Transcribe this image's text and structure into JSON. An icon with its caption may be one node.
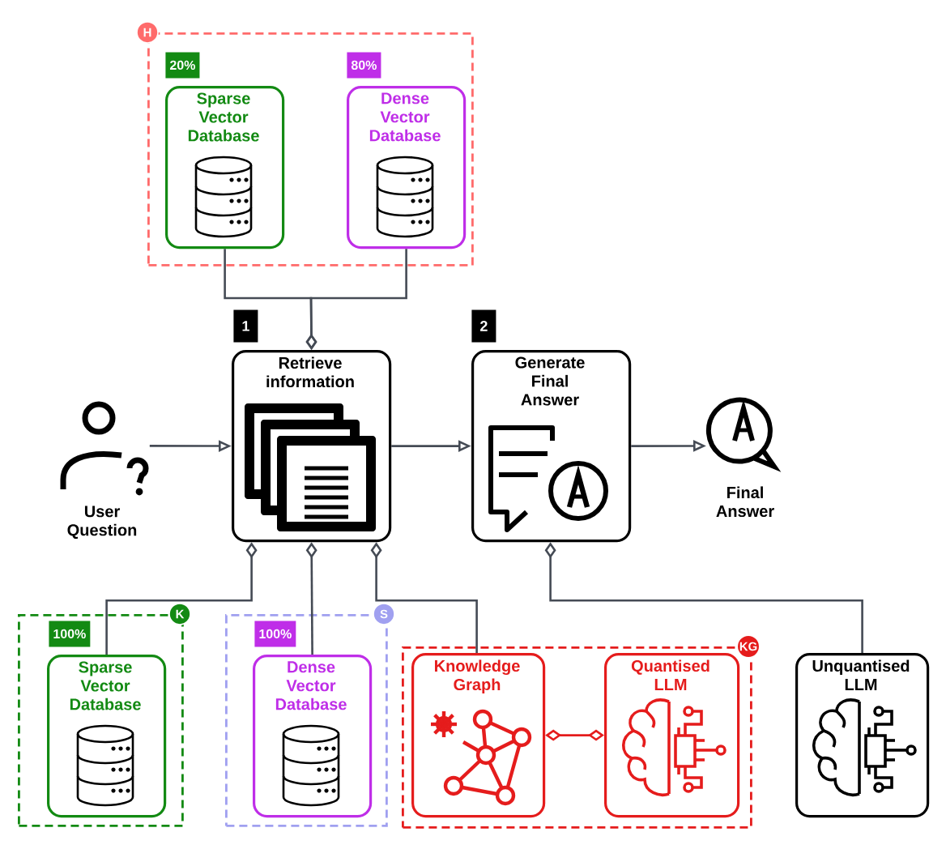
{
  "diagram": {
    "nodes": [
      {
        "text": [
          "H"
        ]
      },
      {
        "text": [
          "Sparse Vector Database"
        ],
        "in": 0,
        "beside": [
          "20%"
        ]
      },
      {
        "text": [
          "Dense Vector Database"
        ],
        "in": 0,
        "beside": [
          "80%"
        ]
      },
      {
        "text": [
          "User Question"
        ]
      },
      {
        "text": [
          "Retrieve information"
        ],
        "beside": [
          "1"
        ]
      },
      {
        "text": [
          "Generate Final Answer"
        ],
        "beside": [
          "2"
        ]
      },
      {
        "text": [
          "Final Answer"
        ]
      },
      {
        "text": [
          "K"
        ]
      },
      {
        "text": [
          "Sparse Vector Database"
        ],
        "in": 7,
        "beside": [
          "100%"
        ]
      },
      {
        "text": [
          "S"
        ]
      },
      {
        "text": [
          "Dense Vector Database"
        ],
        "in": 9,
        "beside": [
          "100%"
        ]
      },
      {
        "text": [
          "KG"
        ]
      },
      {
        "text": [
          "Knowledge Graph"
        ],
        "in": 11
      },
      {
        "text": [
          "Quantised LLM"
        ],
        "in": 11
      },
      {
        "text": [
          "Unquantised LLM"
        ]
      }
    ],
    "edges": [
      {
        "from": 1,
        "to": 4,
        "arrow": "other"
      },
      {
        "from": 2,
        "to": 4,
        "arrow": "other"
      },
      {
        "from": 3,
        "to": 4,
        "arrow": "to"
      },
      {
        "from": 4,
        "to": 5,
        "arrow": "to"
      },
      {
        "from": 5,
        "to": 6,
        "arrow": "to"
      },
      {
        "from": 8,
        "to": 4,
        "arrow": "other"
      },
      {
        "from": 10,
        "to": 4,
        "arrow": "other"
      },
      {
        "from": 12,
        "to": 4,
        "arrow": "other"
      },
      {
        "from": 12,
        "to": 13,
        "arrow": "other",
        "color": "#e51c1c"
      },
      {
        "from": 14,
        "to": 5,
        "arrow": "other"
      }
    ]
  }
}
